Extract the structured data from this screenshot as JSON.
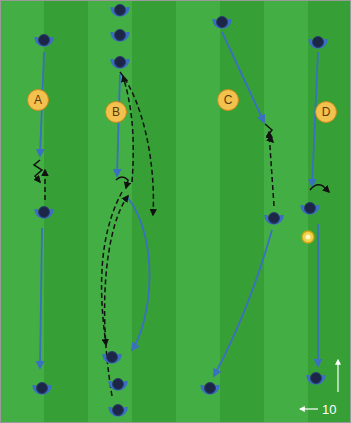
{
  "diagram": {
    "nodes": [
      {
        "text": [
          "A"
        ]
      },
      {
        "text": [
          "B"
        ]
      },
      {
        "text": [
          "C"
        ]
      },
      {
        "text": [
          "D"
        ]
      }
    ],
    "labels": [
      "10"
    ]
  }
}
